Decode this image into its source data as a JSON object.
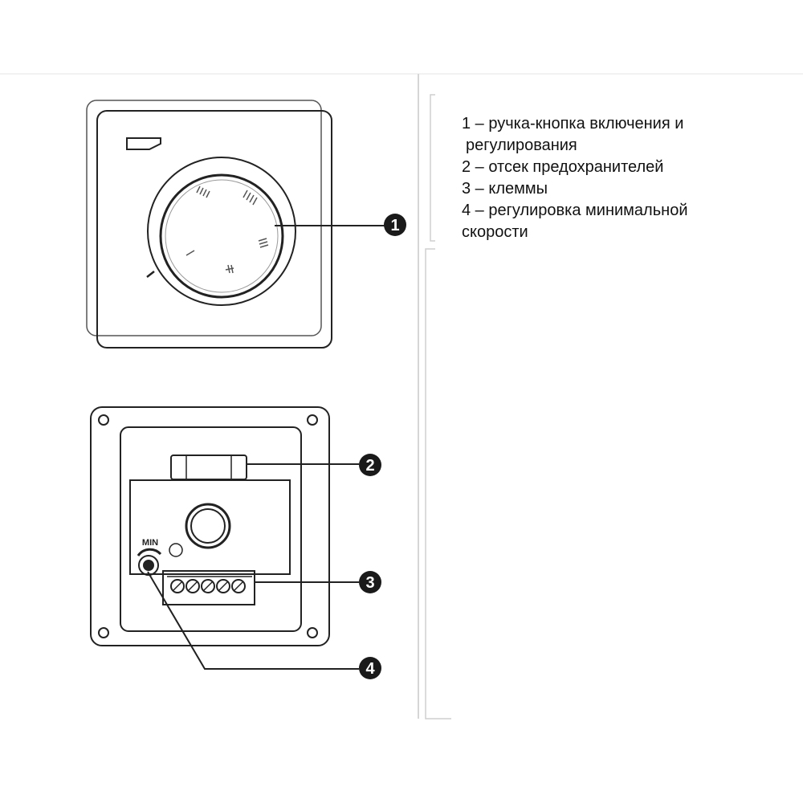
{
  "legend": {
    "items": [
      {
        "first": "1 – ручка-кнопка включения и",
        "rest": "регулирования",
        "indent": true
      },
      {
        "first": "2 – отсек предохранителей",
        "rest": ""
      },
      {
        "first": "3 – клеммы",
        "rest": ""
      },
      {
        "first": "4 – регулировка минимальной",
        "rest": "скорости",
        "indent": false
      }
    ]
  },
  "callouts": [
    "1",
    "2",
    "3",
    "4"
  ],
  "min_label": "MIN",
  "colors": {
    "line": "#222222",
    "light_line": "#bbbbbb",
    "badge": "#1a1a1a",
    "badge_text": "#ffffff",
    "text": "#111111"
  }
}
